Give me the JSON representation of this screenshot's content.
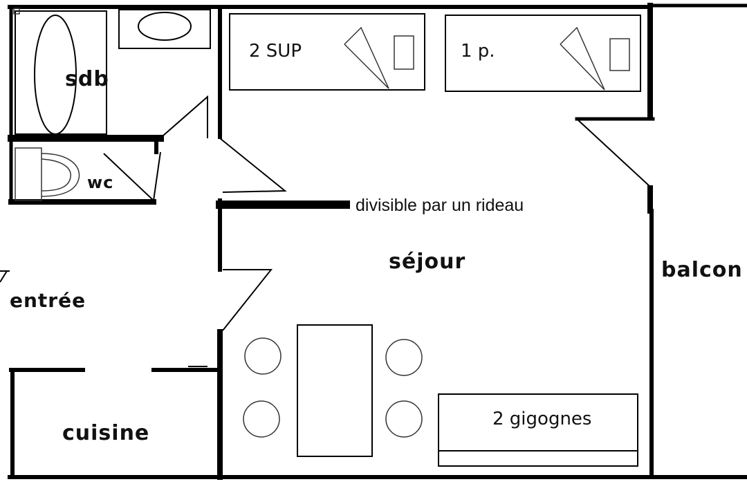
{
  "rooms": {
    "bathroom": "sdb",
    "wc": "wc",
    "entrance": "entrée",
    "kitchen": "cuisine",
    "living": "séjour",
    "balcony": "balcon"
  },
  "beds": {
    "bed_left": "2 SUP",
    "bed_right": "1 p.",
    "bunk": "2 gigognes"
  },
  "notes": {
    "curtain": "divisible par un rideau"
  }
}
